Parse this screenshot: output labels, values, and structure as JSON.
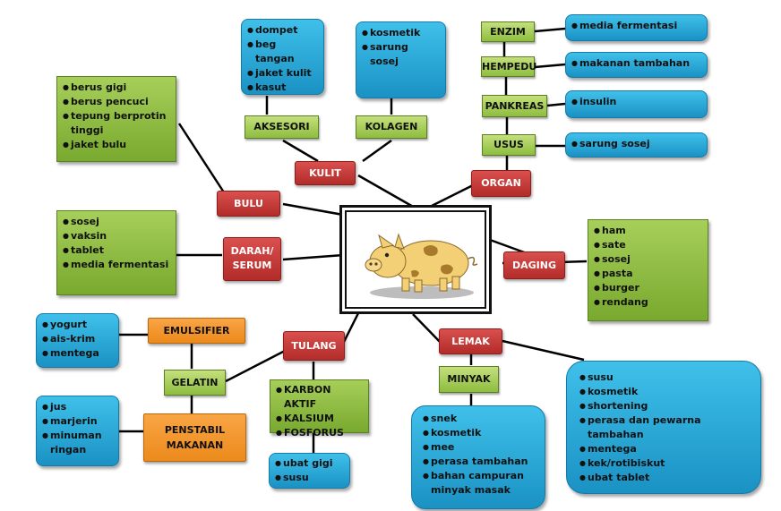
{
  "center": {
    "image": "pig-illustration"
  },
  "colors": {
    "blue": "#29a9d8",
    "green": "#8dbd45",
    "red": "#c33a38",
    "orange": "#f39a2d"
  },
  "nodes": {
    "kulit": "KULIT",
    "organ": "ORGAN",
    "bulu": "BULU",
    "darah": "DARAH/ SERUM",
    "daging": "DAGING",
    "tulang": "TULANG",
    "lemak": "LEMAK",
    "aksesori": "AKSESORI",
    "kolagen": "KOLAGEN",
    "enzim": "ENZIM",
    "hempedu": "HEMPEDU",
    "pankreas": "PANKREAS",
    "usus": "USUS",
    "minyak": "MINYAK",
    "emulsifier": "EMULSIFIER",
    "gelatin": "GELATIN",
    "penstabil": "PENSTABIL MAKANAN"
  },
  "lists": {
    "aksesori": [
      "dompet",
      "beg tangan",
      "jaket kulit",
      "kasut"
    ],
    "kolagen": [
      "kosmetik",
      "sarung sosej"
    ],
    "enzim": [
      "media fermentasi"
    ],
    "hempedu": [
      "makanan tambahan"
    ],
    "pankreas": [
      "insulin"
    ],
    "usus": [
      "sarung sosej"
    ],
    "bulu": [
      "berus gigi",
      "berus pencuci",
      "tepung berprotin tinggi",
      "jaket bulu"
    ],
    "darah": [
      "sosej",
      "vaksin",
      "tablet",
      "media fermentasi"
    ],
    "daging": [
      "ham",
      "sate",
      "sosej",
      "pasta",
      "burger",
      "rendang"
    ],
    "emulsifier": [
      "yogurt",
      "ais-krim",
      "mentega"
    ],
    "penstabil": [
      "jus",
      "marjerin",
      "minuman ringan"
    ],
    "tulang": [
      "KARBON AKTIF",
      "KALSIUM",
      "FOSFORUS"
    ],
    "tulang_sub": [
      "ubat gigi",
      "susu"
    ],
    "minyak": [
      "snek",
      "kosmetik",
      "mee",
      "perasa tambahan",
      "bahan campuran minyak masak"
    ],
    "lemak": [
      "susu",
      "kosmetik",
      "shortening",
      "perasa dan pewarna tambahan",
      "mentega",
      "kek/rotibiskut",
      "ubat tablet"
    ]
  }
}
